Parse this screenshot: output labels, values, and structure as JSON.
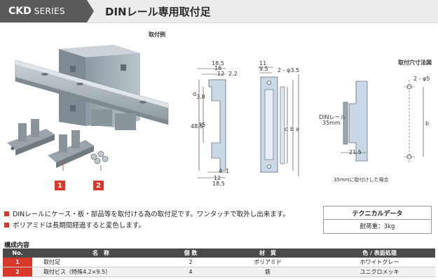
{
  "header": {
    "series_code": "CKD",
    "series_word": "SERIES",
    "title": "DINレール専用取付足"
  },
  "photo": {
    "caption": "取付例",
    "callout_1": "1",
    "callout_2": "2"
  },
  "drawing_left": {
    "dim_top_outer": "18.5",
    "dim_top_mid": "16",
    "dim_top_12": "12",
    "dim_top_22": "2.2",
    "dim_d": "d",
    "dim_38": "3.8",
    "dim_35": "35",
    "dim_485": "48.5",
    "dim_bot_4": "4",
    "dim_bot_1": "1",
    "dim_bot_12": "12",
    "dim_bot_185": "18.5"
  },
  "drawing_mid": {
    "dim_11": "11",
    "dim_95": "9.5",
    "hole_label": "2 - φ3.5",
    "dim_c": "c",
    "dim_b": "b",
    "dim_a": "a"
  },
  "drawing_right": {
    "rail_label_1": "DINレール",
    "rail_label_2": "35mm",
    "dim_215": "21.5",
    "caption": "35mmに取付けした場合"
  },
  "drawing_holes": {
    "caption": "取付穴寸法図",
    "hole_label": "2 - φ5",
    "dim_b": "b"
  },
  "bullets": [
    "DINレールにケース・板・部品等を取付ける為の取付足です。ワンタッチで取外し出来ます。",
    "ポリアミドは長期間経過すると変色します。"
  ],
  "tech": {
    "heading": "テクニカルデータ",
    "row": "耐荷重：3kg"
  },
  "composition": {
    "title": "構成内容",
    "headers": [
      "No.",
      "名　称",
      "個 数",
      "材　質",
      "色 / 表面処理"
    ],
    "rows": [
      {
        "no": "1",
        "name": "取付足",
        "qty": "2",
        "material": "ポリアミド",
        "finish": "ホワイトグレー"
      },
      {
        "no": "2",
        "name": "取付ビス（特殊4.2×9.5）",
        "qty": "4",
        "material": "鉄",
        "finish": "ユニクロメッキ"
      }
    ]
  },
  "colors": {
    "accent": "#d9382b",
    "header_dark": "#5a5a5a",
    "table_head": "#4a4a4a"
  }
}
